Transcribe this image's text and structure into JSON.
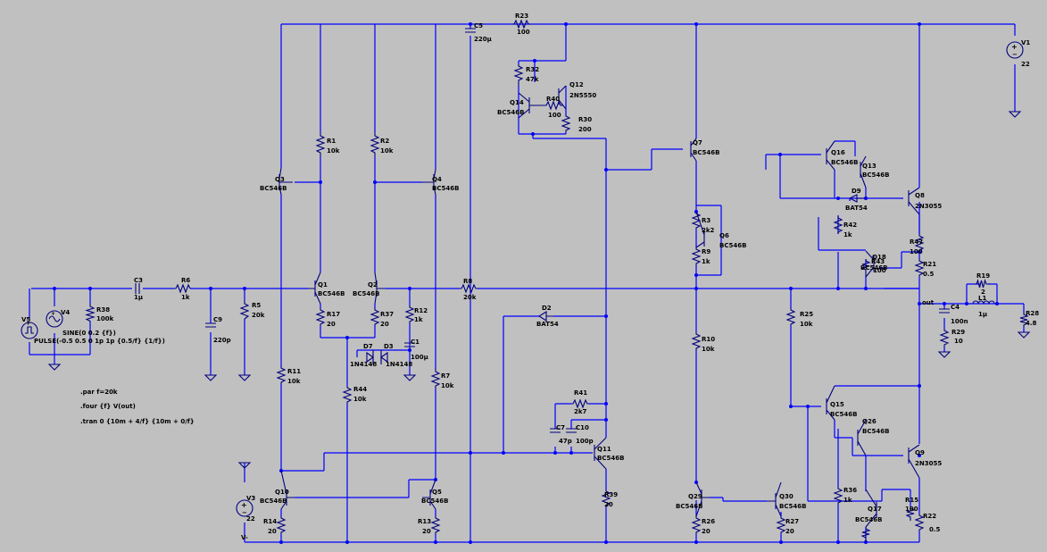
{
  "components": {
    "V1": {
      "ref": "V1",
      "value": "22"
    },
    "V3": {
      "ref": "V3",
      "value": "22"
    },
    "V4": {
      "ref": "V4",
      "value": "SINE(0 0.2 {f})"
    },
    "V5": {
      "ref": "V5",
      "value": "PULSE(-0.5 0.5 0 1p 1p {0.5/f} {1/f})"
    },
    "C1": {
      "ref": "C1",
      "value": "100µ"
    },
    "C3": {
      "ref": "C3",
      "value": "1µ"
    },
    "C4": {
      "ref": "C4",
      "value": "100n"
    },
    "C5": {
      "ref": "C5",
      "value": "220µ"
    },
    "C7": {
      "ref": "C7",
      "value": "47p"
    },
    "C9": {
      "ref": "C9",
      "value": "220p"
    },
    "C10": {
      "ref": "C10",
      "value": "100p"
    },
    "D2": {
      "ref": "D2",
      "value": "BAT54"
    },
    "D3": {
      "ref": "D3",
      "value": "1N4148"
    },
    "D7": {
      "ref": "D7",
      "value": "1N4148"
    },
    "D9": {
      "ref": "D9",
      "value": "BAT54"
    },
    "L1": {
      "ref": "L1",
      "value": "1µ"
    },
    "Q1": {
      "ref": "Q1",
      "value": "BC546B"
    },
    "Q2": {
      "ref": "Q2",
      "value": "BC546B"
    },
    "Q3": {
      "ref": "Q3",
      "value": "BC546B"
    },
    "Q4": {
      "ref": "Q4",
      "value": "BC546B"
    },
    "Q5": {
      "ref": "Q5",
      "value": "BC546B"
    },
    "Q6": {
      "ref": "Q6",
      "value": "BC546B"
    },
    "Q7": {
      "ref": "Q7",
      "value": "BC546B"
    },
    "Q8": {
      "ref": "Q8",
      "value": "2N3055"
    },
    "Q9": {
      "ref": "Q9",
      "value": "2N3055"
    },
    "Q10": {
      "ref": "Q10",
      "value": "BC546B"
    },
    "Q11": {
      "ref": "Q11",
      "value": "BC546B"
    },
    "Q12": {
      "ref": "Q12",
      "value": "2N5550"
    },
    "Q13": {
      "ref": "Q13",
      "value": "BC546B"
    },
    "Q14": {
      "ref": "Q14",
      "value": "BC546B"
    },
    "Q15": {
      "ref": "Q15",
      "value": "BC546B"
    },
    "Q16": {
      "ref": "Q16",
      "value": "BC546B"
    },
    "Q17": {
      "ref": "Q17",
      "value": "BC546B"
    },
    "Q18": {
      "ref": "Q18",
      "value": "BC546B"
    },
    "Q26": {
      "ref": "Q26",
      "value": "BC546B"
    },
    "Q29": {
      "ref": "Q29",
      "value": "BC546B"
    },
    "Q30": {
      "ref": "Q30",
      "value": "BC546B"
    },
    "R1": {
      "ref": "R1",
      "value": "10k"
    },
    "R2": {
      "ref": "R2",
      "value": "10k"
    },
    "R3": {
      "ref": "R3",
      "value": "2k2"
    },
    "R5": {
      "ref": "R5",
      "value": "20k"
    },
    "R6": {
      "ref": "R6",
      "value": "1k"
    },
    "R7": {
      "ref": "R7",
      "value": "10k"
    },
    "R8": {
      "ref": "R8",
      "value": "20k"
    },
    "R9": {
      "ref": "R9",
      "value": "1k"
    },
    "R10": {
      "ref": "R10",
      "value": "10k"
    },
    "R11": {
      "ref": "R11",
      "value": "10k"
    },
    "R12": {
      "ref": "R12",
      "value": "1k"
    },
    "R13": {
      "ref": "R13",
      "value": "20"
    },
    "R14": {
      "ref": "R14",
      "value": "20"
    },
    "R15": {
      "ref": "R15",
      "value": "100"
    },
    "R17": {
      "ref": "R17",
      "value": "20"
    },
    "R19": {
      "ref": "R19",
      "value": "2"
    },
    "R21": {
      "ref": "R21",
      "value": "0.5"
    },
    "R22": {
      "ref": "R22",
      "value": "0.5"
    },
    "R23": {
      "ref": "R23",
      "value": "100"
    },
    "R25": {
      "ref": "R25",
      "value": "10k"
    },
    "R26": {
      "ref": "R26",
      "value": "20"
    },
    "R27": {
      "ref": "R27",
      "value": "20"
    },
    "R28": {
      "ref": "R28",
      "value": "4.8"
    },
    "R29": {
      "ref": "R29",
      "value": "10"
    },
    "R30": {
      "ref": "R30",
      "value": "200"
    },
    "R32": {
      "ref": "R32",
      "value": "47k"
    },
    "R36": {
      "ref": "R36",
      "value": "1k"
    },
    "R37": {
      "ref": "R37",
      "value": "20"
    },
    "R38": {
      "ref": "R38",
      "value": "100k"
    },
    "R39": {
      "ref": "R39",
      "value": "20"
    },
    "R40": {
      "ref": "R40",
      "value": "100"
    },
    "R41": {
      "ref": "R41",
      "value": "2k7"
    },
    "R42": {
      "ref": "R42",
      "value": "1k"
    },
    "R43": {
      "ref": "R43",
      "value": "100"
    },
    "R44": {
      "ref": "R44",
      "value": "10k"
    },
    "R47": {
      "ref": "R47",
      "value": "100"
    }
  },
  "net_labels": {
    "out": "out",
    "vminus": "V-"
  },
  "directives": [
    ".par f=20k",
    ".four {f} V(out)",
    ".tran 0 {10m + 4/f} {10m + 0/f}"
  ]
}
